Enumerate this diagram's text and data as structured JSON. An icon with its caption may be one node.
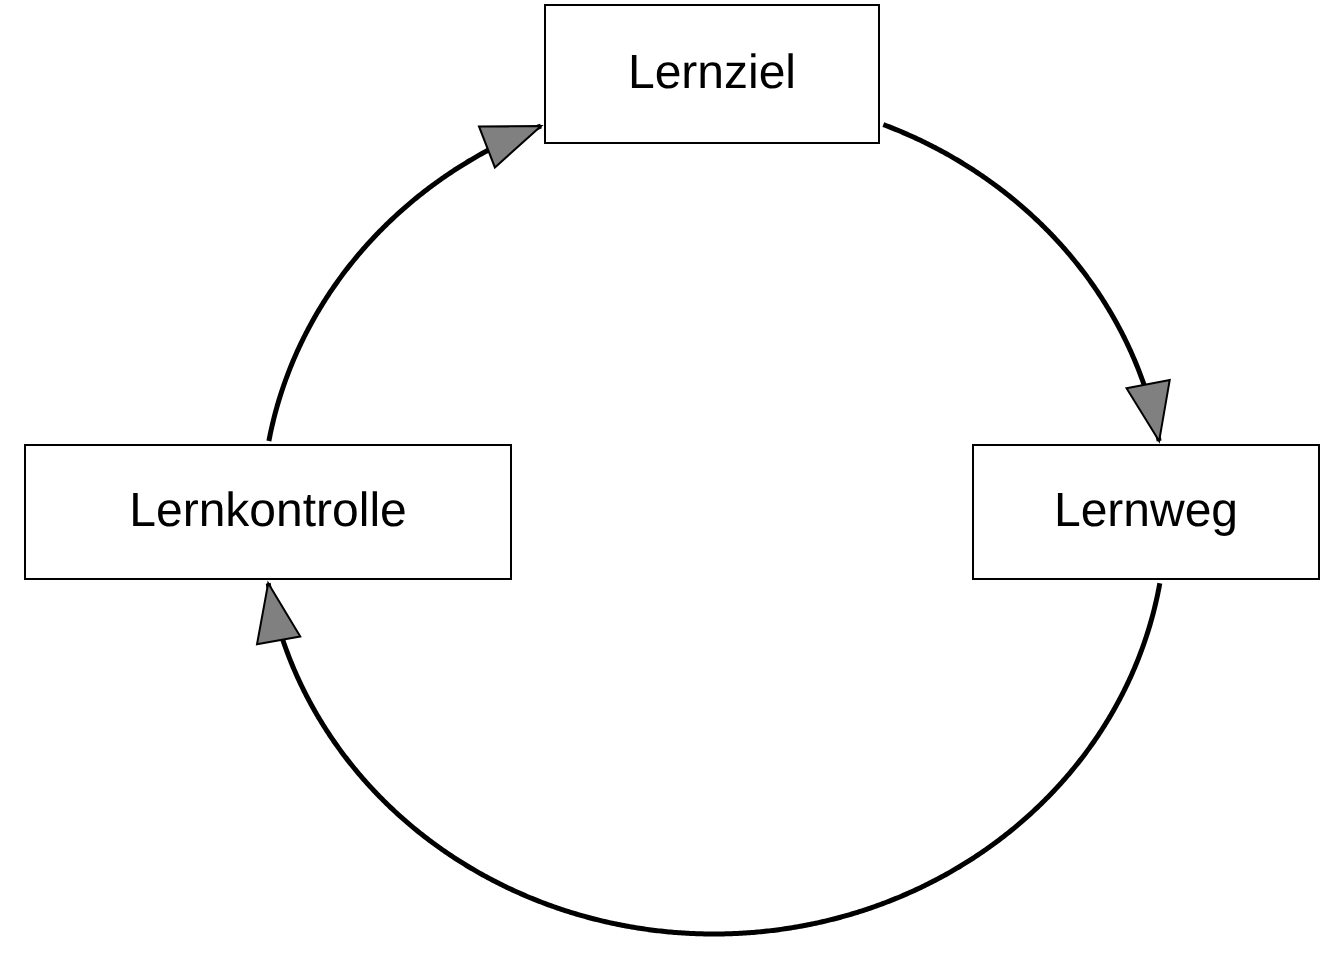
{
  "diagram": {
    "nodes": [
      {
        "text": [
          "Lernziel"
        ]
      },
      {
        "text": [
          "Lernweg"
        ]
      },
      {
        "text": [
          "Lernkontrolle"
        ]
      }
    ],
    "edges": [
      {
        "from": 0,
        "to": 1,
        "arrow": "to"
      },
      {
        "from": 1,
        "to": 2,
        "arrow": "to"
      },
      {
        "from": 2,
        "to": 0,
        "arrow": "to"
      }
    ]
  }
}
